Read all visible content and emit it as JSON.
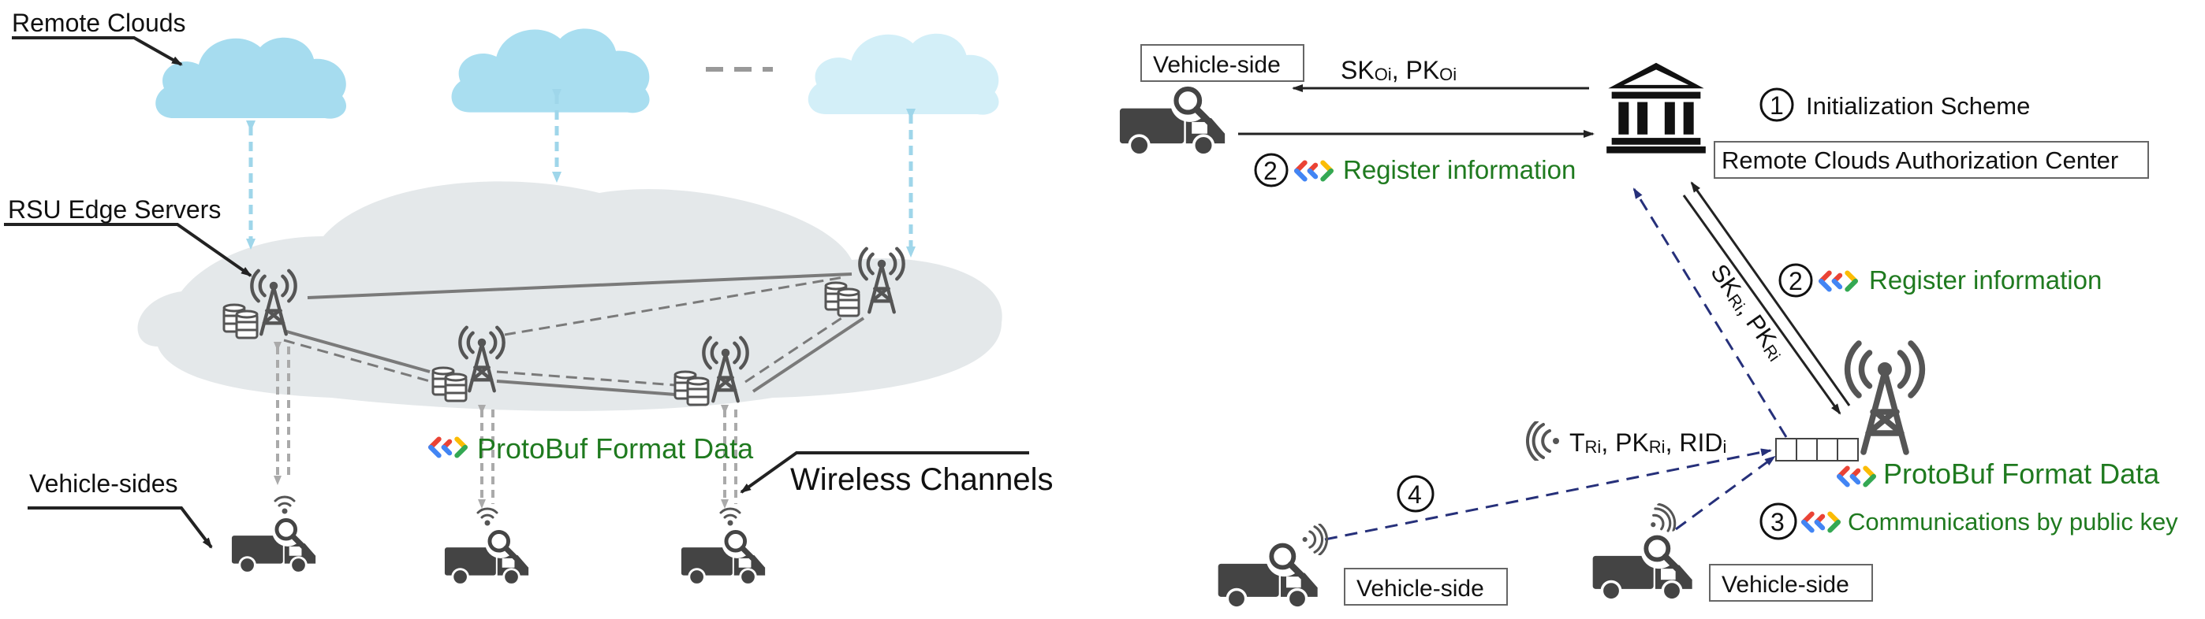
{
  "left_panel": {
    "remote_clouds_label": "Remote Clouds",
    "rsu_label": "RSU Edge Servers",
    "vehicle_sides_label": "Vehicle-sides",
    "protobuf_label": "ProtoBuf Format Data",
    "wireless_label": "Wireless Channels"
  },
  "right_panel": {
    "vehicle_side_top": "Vehicle-side",
    "keys_owner": {
      "a": "SK",
      "a_sub": "Oi",
      "sep": ", PK",
      "b_sub": "Oi"
    },
    "step1": {
      "num": "1",
      "text": "Initialization Scheme"
    },
    "authority_label": "Remote Clouds Authorization Center",
    "step2_top": {
      "num": "2",
      "text": "Register information"
    },
    "step2_right": {
      "num": "2",
      "text": "Register information"
    },
    "keys_rsu": {
      "a": "SK",
      "a_sub": "Ri",
      "sep": ", PK",
      "b_sub": "Ri"
    },
    "broadcast": {
      "t": "T",
      "t_sub": "Ri",
      "pk": ", PK",
      "pk_sub": "Ri",
      "rid": ", RID",
      "rid_sub": "i"
    },
    "protobuf_label": "ProtoBuf Format Data",
    "step4": {
      "num": "4"
    },
    "step3": {
      "num": "3",
      "text": "Communications by public key"
    },
    "vehicle_side_bottom_left": "Vehicle-side",
    "vehicle_side_bottom_right": "Vehicle-side"
  },
  "colors": {
    "cloud1": "#a6dcef",
    "cloud2": "#a9def0",
    "cloud3": "#d3eff8",
    "network_area": "#e4e8ea",
    "link": "#7a7a7a",
    "tower": "#555555",
    "vertical_dashed": "#9fd6ea",
    "green_text": "#1f7a1f",
    "dashed_blue": "#26307a"
  },
  "icons": [
    "cloud-icon",
    "tower-icon",
    "database-icon",
    "truck-icon",
    "bank-icon",
    "protobuf-icon",
    "wifi-icon",
    "queue-icon"
  ]
}
